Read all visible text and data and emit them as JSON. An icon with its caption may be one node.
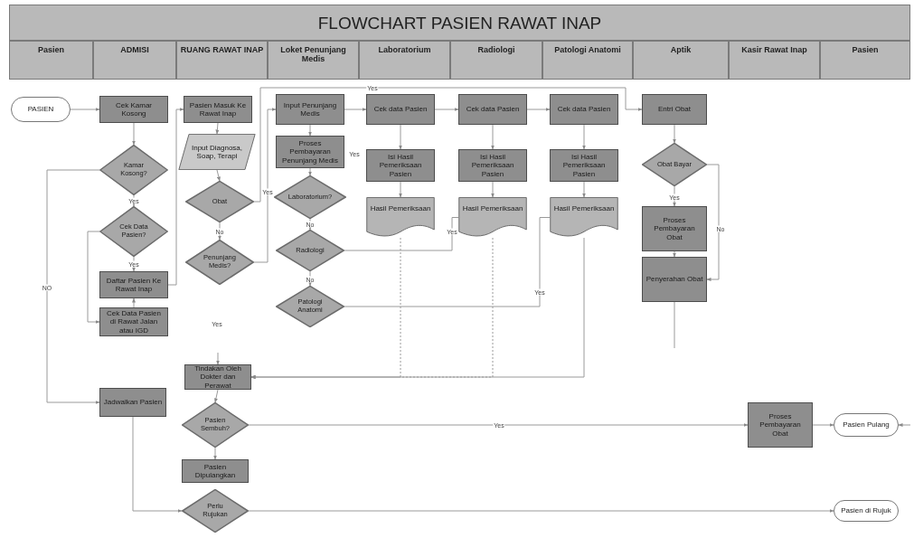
{
  "diagram": {
    "title": "FLOWCHART PASIEN RAWAT INAP",
    "nodes": [
      {
        "text": [
          "Pasien"
        ]
      },
      {
        "text": [
          "ADMISI"
        ]
      },
      {
        "text": [
          "RUANG RAWAT INAP"
        ]
      },
      {
        "text": [
          "Loket Penunjang Medis"
        ]
      },
      {
        "text": [
          "Laboratorium"
        ]
      },
      {
        "text": [
          "Radiologi"
        ]
      },
      {
        "text": [
          "Patologi Anatomi"
        ]
      },
      {
        "text": [
          "Aptik"
        ]
      },
      {
        "text": [
          "Kasir Rawat Inap"
        ]
      },
      {
        "text": [
          "Pasien"
        ]
      },
      {
        "text": [
          "PASIEN"
        ]
      },
      {
        "text": [
          "Cek Kamar Kosong"
        ]
      },
      {
        "text": [
          "Kamar Kosong?"
        ]
      },
      {
        "text": [
          "Cek Data Pasien?"
        ]
      },
      {
        "text": [
          "Daftar Pasien Ke Rawat Inap"
        ]
      },
      {
        "text": [
          "Cek Data Pasien di Rawat Jalan atau IGD"
        ]
      },
      {
        "text": [
          "Pasien Masuk Ke Rawat Inap"
        ]
      },
      {
        "text": [
          "Input Diagnosa, Soap, Terapi"
        ]
      },
      {
        "text": [
          "Obat"
        ]
      },
      {
        "text": [
          "Penunjang Medis?"
        ]
      },
      {
        "text": [
          "Input Penunjang Medis"
        ]
      },
      {
        "text": [
          "Proses Pembayaran Penunjang Medis"
        ]
      },
      {
        "text": [
          "Laboratorium?"
        ]
      },
      {
        "text": [
          "Radiologi"
        ]
      },
      {
        "text": [
          "Patologi Anatomi"
        ]
      },
      {
        "text": [
          "Cek data Pasien"
        ]
      },
      {
        "text": [
          "Cek data Pasien"
        ]
      },
      {
        "text": [
          "Cek data Pasien"
        ]
      },
      {
        "text": [
          "Isi Hasil Pemeriksaan Pasien"
        ]
      },
      {
        "text": [
          "Isi Hasil Pemeriksaan Pasien"
        ]
      },
      {
        "text": [
          "Isi Hasil Pemeriksaan Pasien"
        ]
      },
      {
        "text": [
          "Hasil Pemeriksaan"
        ]
      },
      {
        "text": [
          "Hasil Pemeriksaan"
        ]
      },
      {
        "text": [
          "Hasil Pemeriksaan"
        ]
      },
      {
        "text": [
          "Entri Obat"
        ]
      },
      {
        "text": [
          "Obat Bayar"
        ]
      },
      {
        "text": [
          "Proses Pembayaran Obat"
        ]
      },
      {
        "text": [
          "Penyerahan Obat"
        ]
      },
      {
        "text": [
          "Tindakan Oleh Dokter dan Perawat"
        ]
      },
      {
        "text": [
          "Jadwalkan Pasien"
        ]
      },
      {
        "text": [
          "Pasien Sembuh?"
        ]
      },
      {
        "text": [
          "Pasien Dipulangkan"
        ]
      },
      {
        "text": [
          "Perlu Rujukan"
        ]
      },
      {
        "text": [
          "Proses Pembayaran Obat"
        ]
      },
      {
        "text": [
          "Pasien Pulang"
        ]
      },
      {
        "text": [
          "Pasien di Rujuk"
        ]
      }
    ],
    "edges": [
      {
        "from": 10,
        "to": 11,
        "arrow": "to"
      },
      {
        "from": 11,
        "to": 12,
        "arrow": "to"
      },
      {
        "from": 12,
        "to": 13,
        "arrow": "to",
        "label": "Yes"
      },
      {
        "from": 12,
        "to": 39,
        "arrow": "to",
        "label": "NO"
      },
      {
        "from": 13,
        "to": 14,
        "arrow": "to",
        "label": "Yes"
      },
      {
        "from": 13,
        "to": 15,
        "arrow": "to"
      },
      {
        "from": 15,
        "to": 14,
        "arrow": "to"
      },
      {
        "from": 14,
        "to": 16,
        "arrow": "to"
      },
      {
        "from": 16,
        "to": 17,
        "arrow": "to"
      },
      {
        "from": 17,
        "to": 18,
        "arrow": "to"
      },
      {
        "from": 18,
        "to": 19,
        "arrow": "to",
        "label": "No"
      },
      {
        "from": 18,
        "to": 34,
        "arrow": "to",
        "label": "Yes"
      },
      {
        "from": 19,
        "to": 20,
        "arrow": "to",
        "label": "Yes"
      },
      {
        "from": 20,
        "to": 21,
        "arrow": "to"
      },
      {
        "from": 21,
        "to": 22,
        "arrow": "to"
      },
      {
        "from": 20,
        "to": 25,
        "arrow": "to"
      },
      {
        "from": 25,
        "to": 26,
        "arrow": "to"
      },
      {
        "from": 26,
        "to": 27,
        "arrow": "to"
      },
      {
        "from": 22,
        "to": 23,
        "arrow": "to",
        "label": "No"
      },
      {
        "from": 23,
        "to": 24,
        "arrow": "to",
        "label": "No"
      },
      {
        "from": 23,
        "to": 32,
        "arrow": "none",
        "label": "Yes"
      },
      {
        "from": 24,
        "to": 33,
        "arrow": "none",
        "label": "Yes"
      },
      {
        "from": 25,
        "to": 28,
        "arrow": "to"
      },
      {
        "from": 26,
        "to": 29,
        "arrow": "to"
      },
      {
        "from": 27,
        "to": 30,
        "arrow": "to"
      },
      {
        "from": 28,
        "to": 31,
        "arrow": "to"
      },
      {
        "from": 29,
        "to": 32,
        "arrow": "to"
      },
      {
        "from": 30,
        "to": 33,
        "arrow": "to"
      },
      {
        "from": 31,
        "to": 38,
        "arrow": "to",
        "style": "dashed"
      },
      {
        "from": 32,
        "to": 38,
        "arrow": "to",
        "style": "dashed"
      },
      {
        "from": 33,
        "to": 38,
        "arrow": "to"
      },
      {
        "from": null,
        "to": 38,
        "arrow": "to"
      },
      {
        "from": 34,
        "to": 35,
        "arrow": "to"
      },
      {
        "from": 35,
        "to": 36,
        "arrow": "to",
        "label": "Yes"
      },
      {
        "from": 35,
        "to": 37,
        "arrow": "to",
        "label": "No"
      },
      {
        "from": 36,
        "to": 37,
        "arrow": "to"
      },
      {
        "from": 37,
        "to": null,
        "arrow": "none"
      },
      {
        "from": 38,
        "to": 40,
        "arrow": "to"
      },
      {
        "from": 40,
        "to": 41,
        "arrow": "to"
      },
      {
        "from": 40,
        "to": 43,
        "arrow": "to",
        "label": "Yes"
      },
      {
        "from": 43,
        "to": 44,
        "arrow": "to"
      },
      {
        "from": 39,
        "to": 42,
        "arrow": "to"
      },
      {
        "from": 42,
        "to": 45,
        "arrow": "to"
      },
      {
        "from": null,
        "to": 44,
        "arrow": "to"
      }
    ],
    "labels": [
      "Yes",
      "Yes"
    ]
  }
}
